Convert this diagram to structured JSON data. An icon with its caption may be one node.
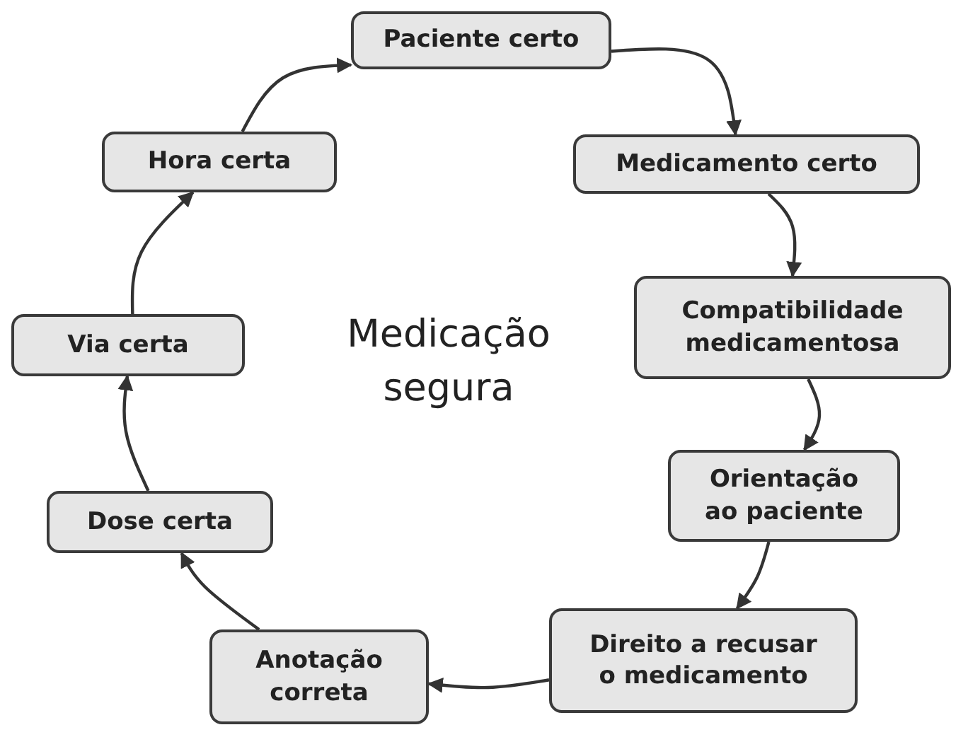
{
  "diagram": {
    "nodes": [
      {
        "text": [
          "Paciente certo"
        ]
      },
      {
        "text": [
          "Medicamento certo"
        ]
      },
      {
        "text": [
          "Compatibilidade medicamentosa"
        ]
      },
      {
        "text": [
          "Orientação ao paciente"
        ]
      },
      {
        "text": [
          "Direito a recusar o medicamento"
        ]
      },
      {
        "text": [
          "Anotação correta"
        ]
      },
      {
        "text": [
          "Dose certa"
        ]
      },
      {
        "text": [
          "Via certa"
        ]
      },
      {
        "text": [
          "Hora certa"
        ]
      }
    ],
    "edges": [
      {
        "from": 0,
        "to": 1,
        "arrow": "to"
      },
      {
        "from": 1,
        "to": 2,
        "arrow": "to"
      },
      {
        "from": 2,
        "to": 3,
        "arrow": "to"
      },
      {
        "from": 3,
        "to": 4,
        "arrow": "to"
      },
      {
        "from": 4,
        "to": 5,
        "arrow": "to"
      },
      {
        "from": 5,
        "to": 6,
        "arrow": "to"
      },
      {
        "from": 6,
        "to": 7,
        "arrow": "to"
      },
      {
        "from": 7,
        "to": 8,
        "arrow": "to"
      },
      {
        "from": 8,
        "to": 0,
        "arrow": "to"
      }
    ],
    "labels": [
      "Medicação segura"
    ]
  }
}
